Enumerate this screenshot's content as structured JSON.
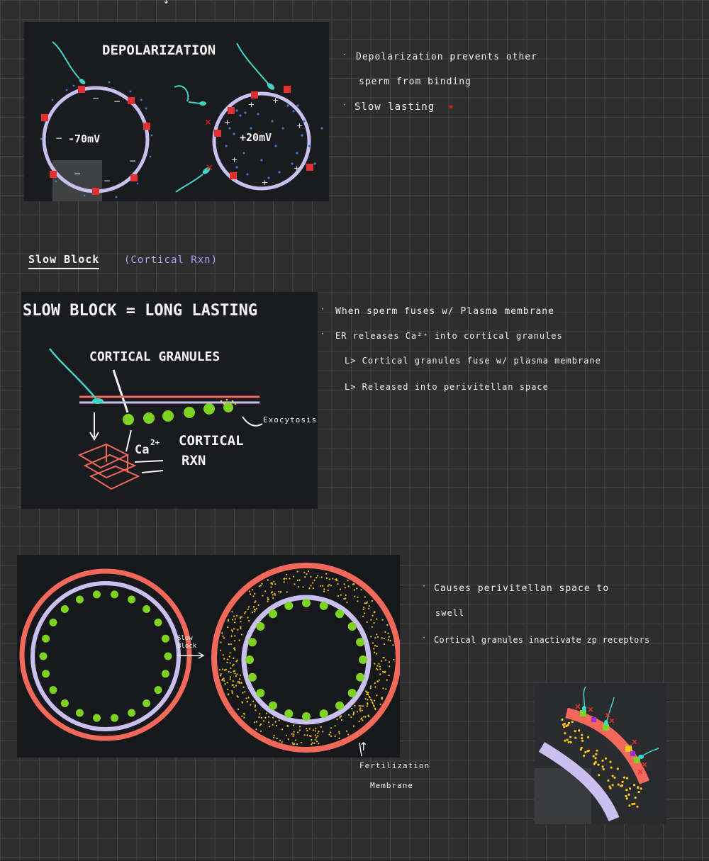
{
  "top_arrow": "↓",
  "depolarization_image": {
    "title": "DEPOLARIZATION",
    "left_potential": "-70mV",
    "right_potential": "+20mV",
    "minus": "−",
    "plus": "+",
    "blocked": "✕"
  },
  "depolarization_notes": [
    "Depolarization   prevents   other",
    "sperm   from   binding",
    "Slow   lasting"
  ],
  "star": "✶",
  "slow_block_heading": {
    "title": "Slow  Block",
    "subtitle": "(Cortical  Rxn)"
  },
  "slow_block_image": {
    "title": "SLOW BLOCK = LONG LASTING",
    "granules_label": "CORTICAL GRANULES",
    "ca": "Ca",
    "ca_sup": "2+",
    "rxn_line1": "CORTICAL",
    "rxn_line2": "RXN",
    "exocytosis": "Exocytosis"
  },
  "slow_block_notes": [
    "When  sperm  fuses  w/  Plasma  membrane",
    "ER  releases   Ca²⁺  into  cortical  granules",
    "L>  Cortical  granules  fuse  w/  plasma  membrane",
    "L>  Released  into  perivitellan   space"
  ],
  "cortical_image": {
    "arrow_label_1": "Slow",
    "arrow_label_2": "Block"
  },
  "fertilization_label": [
    "Fertilization",
    "Membrane"
  ],
  "swell_notes": [
    "Causes  perivitellan  space  to",
    "swell",
    "Cortical   granules   inactivate   zp  receptors"
  ],
  "colors": {
    "background": "#2e2e2e",
    "grid": "#454545",
    "membrane_red": "#f2685a",
    "membrane_purple": "#c9c0f0",
    "granule_green": "#7ed321",
    "sperm_cyan": "#3fd6c8",
    "ion_blue": "#3a7bd5",
    "yellow": "#f5c518",
    "star_red": "#e02020"
  }
}
